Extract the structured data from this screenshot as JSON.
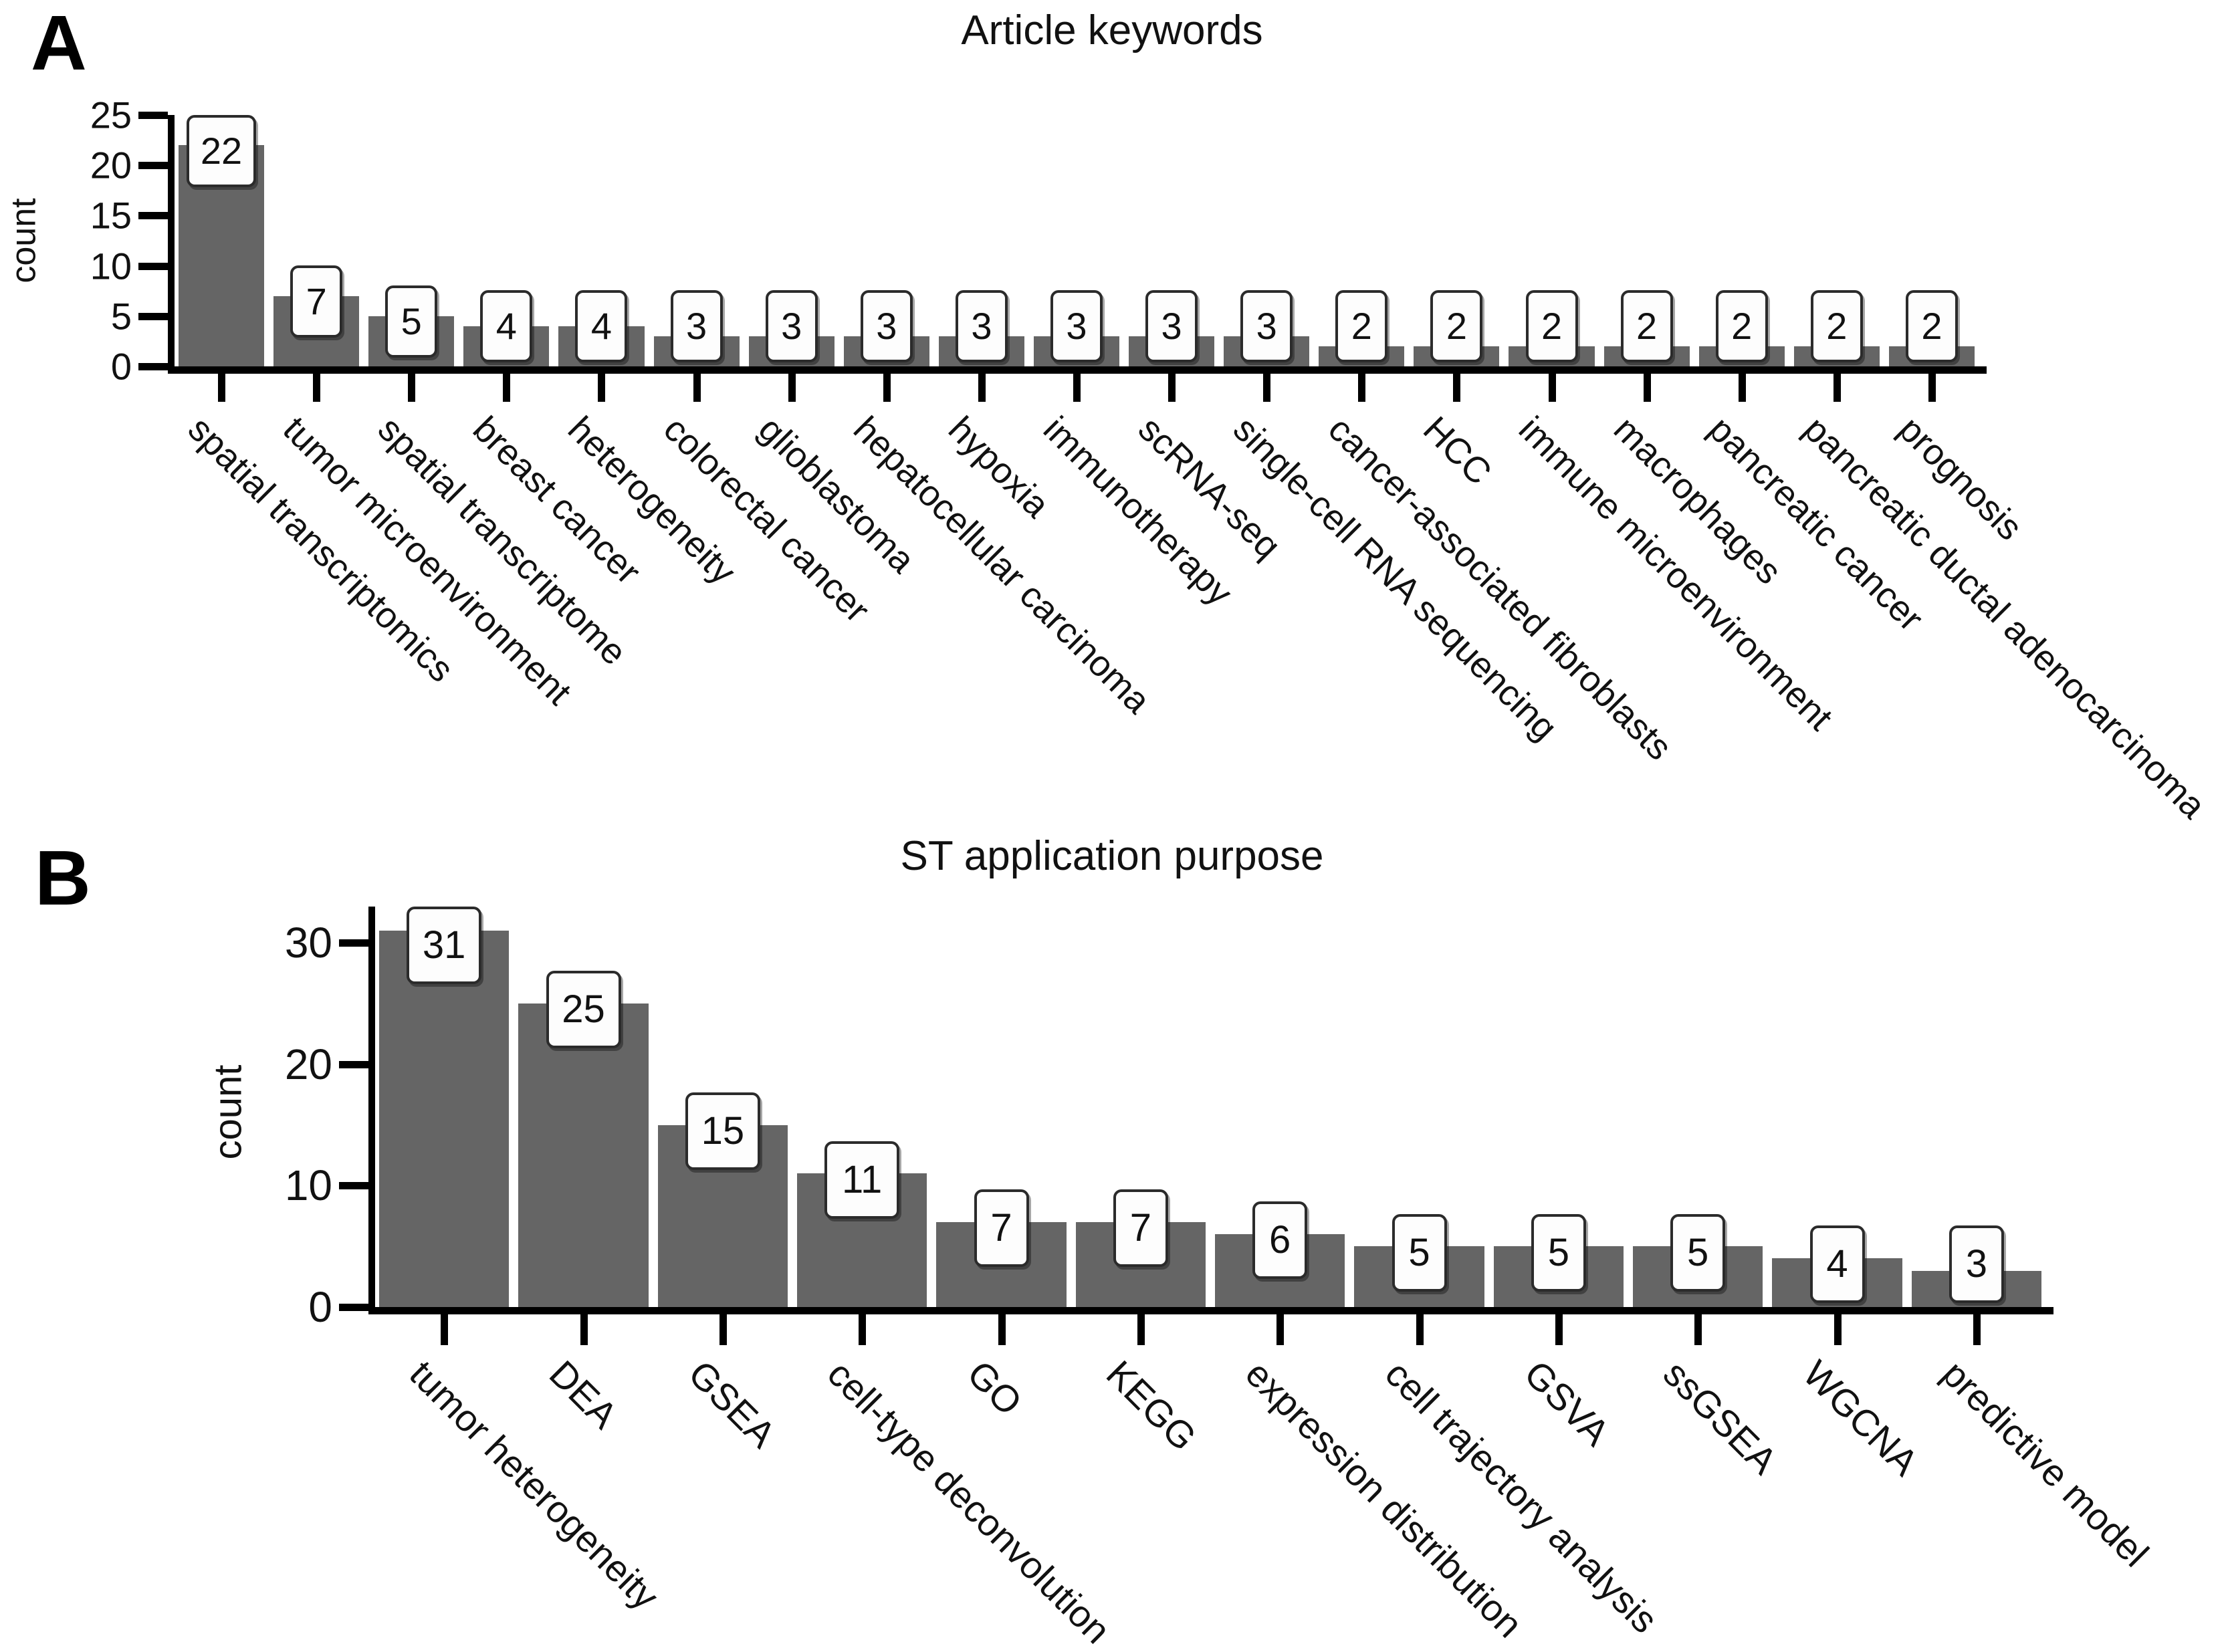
{
  "figure": {
    "panels": [
      {
        "letter": "A",
        "title": "Article keywords"
      },
      {
        "letter": "B",
        "title": "ST application purpose"
      }
    ]
  },
  "chart_data": [
    {
      "panel": "A",
      "type": "bar",
      "title": "Article keywords",
      "xlabel": "",
      "ylabel": "count",
      "ylim": [
        0,
        25
      ],
      "yticks": [
        0,
        5,
        10,
        15,
        20,
        25
      ],
      "grid": false,
      "legend": "none",
      "bar_color": "#656565",
      "categories": [
        "spatial transcriptomics",
        "tumor microenvironment",
        "spatial transcriptome",
        "breast cancer",
        "heterogeneity",
        "colorectal cancer",
        "glioblastoma",
        "hepatocellular carcinoma",
        "hypoxia",
        "immunotherapy",
        "scRNA-seq",
        "single-cell RNA sequencing",
        "cancer-associated fibroblasts",
        "HCC",
        "immune microenvironment",
        "macrophages",
        "pancreatic cancer",
        "pancreatic ductal adenocarcinoma",
        "prognosis"
      ],
      "values": [
        22,
        7,
        5,
        4,
        4,
        3,
        3,
        3,
        3,
        3,
        3,
        3,
        2,
        2,
        2,
        2,
        2,
        2,
        2
      ]
    },
    {
      "panel": "B",
      "type": "bar",
      "title": "ST application purpose",
      "xlabel": "",
      "ylabel": "count",
      "ylim": [
        0,
        33
      ],
      "yticks": [
        0,
        10,
        20,
        30
      ],
      "grid": false,
      "legend": "none",
      "bar_color": "#656565",
      "categories": [
        "tumor heterogeneity",
        "DEA",
        "GSEA",
        "cell-type deconvolution",
        "GO",
        "KEGG",
        "expression distribution",
        "cell trajectory analysis",
        "GSVA",
        "ssGSEA",
        "WGCNA",
        "predictive model"
      ],
      "values": [
        31,
        25,
        15,
        11,
        7,
        7,
        6,
        5,
        5,
        5,
        4,
        3
      ]
    }
  ]
}
